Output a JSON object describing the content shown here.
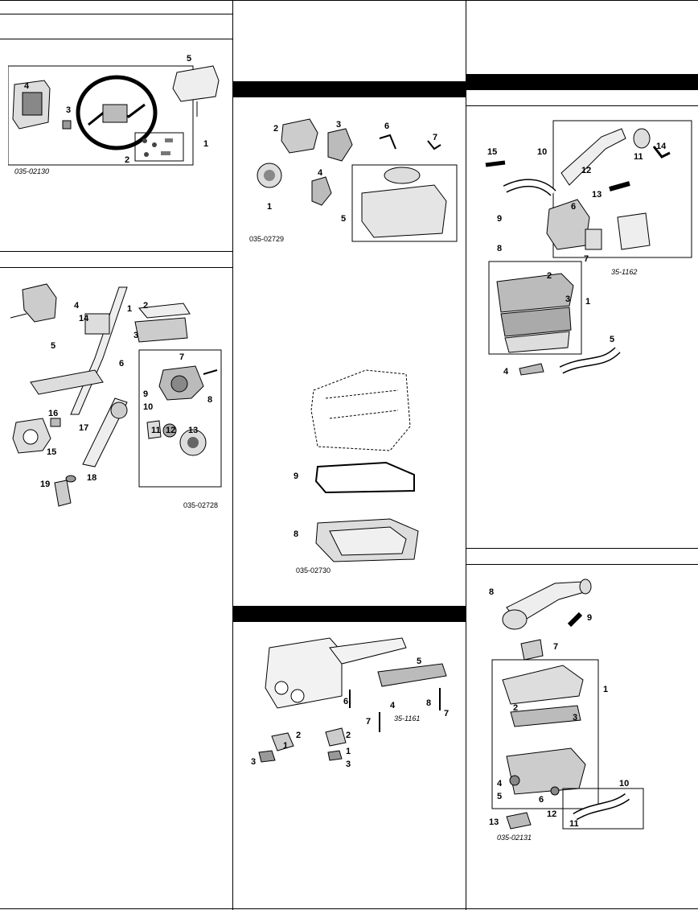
{
  "figures": {
    "steering_wheel": {
      "code": "035-02130",
      "callouts": [
        "1",
        "2",
        "3",
        "4",
        "5"
      ]
    },
    "steering_column": {
      "code": "035-02728",
      "callouts": [
        "1",
        "2",
        "3",
        "4",
        "5",
        "6",
        "7",
        "8",
        "9",
        "10",
        "11",
        "12",
        "13",
        "14",
        "15",
        "16",
        "17",
        "18",
        "19"
      ]
    },
    "timing_oilpan": {
      "code": "035-02729",
      "callouts": [
        "1",
        "2",
        "3",
        "4",
        "5",
        "6",
        "7"
      ]
    },
    "transmission_pan": {
      "code": "035-02730",
      "callouts": [
        "8",
        "9"
      ]
    },
    "engine_mounts": {
      "code": "35-1161",
      "callouts": [
        "1",
        "2",
        "3",
        "4",
        "5",
        "6",
        "7",
        "8"
      ]
    },
    "intake_duct": {
      "code": "35-1162",
      "callouts": [
        "1",
        "2",
        "3",
        "4",
        "5",
        "6",
        "7",
        "8",
        "9",
        "10",
        "11",
        "12",
        "13",
        "14",
        "15"
      ]
    },
    "air_cleaner": {
      "code": "035-02131",
      "callouts": [
        "1",
        "2",
        "3",
        "4",
        "5",
        "6",
        "7",
        "8",
        "9",
        "10",
        "11",
        "12",
        "13"
      ]
    }
  }
}
